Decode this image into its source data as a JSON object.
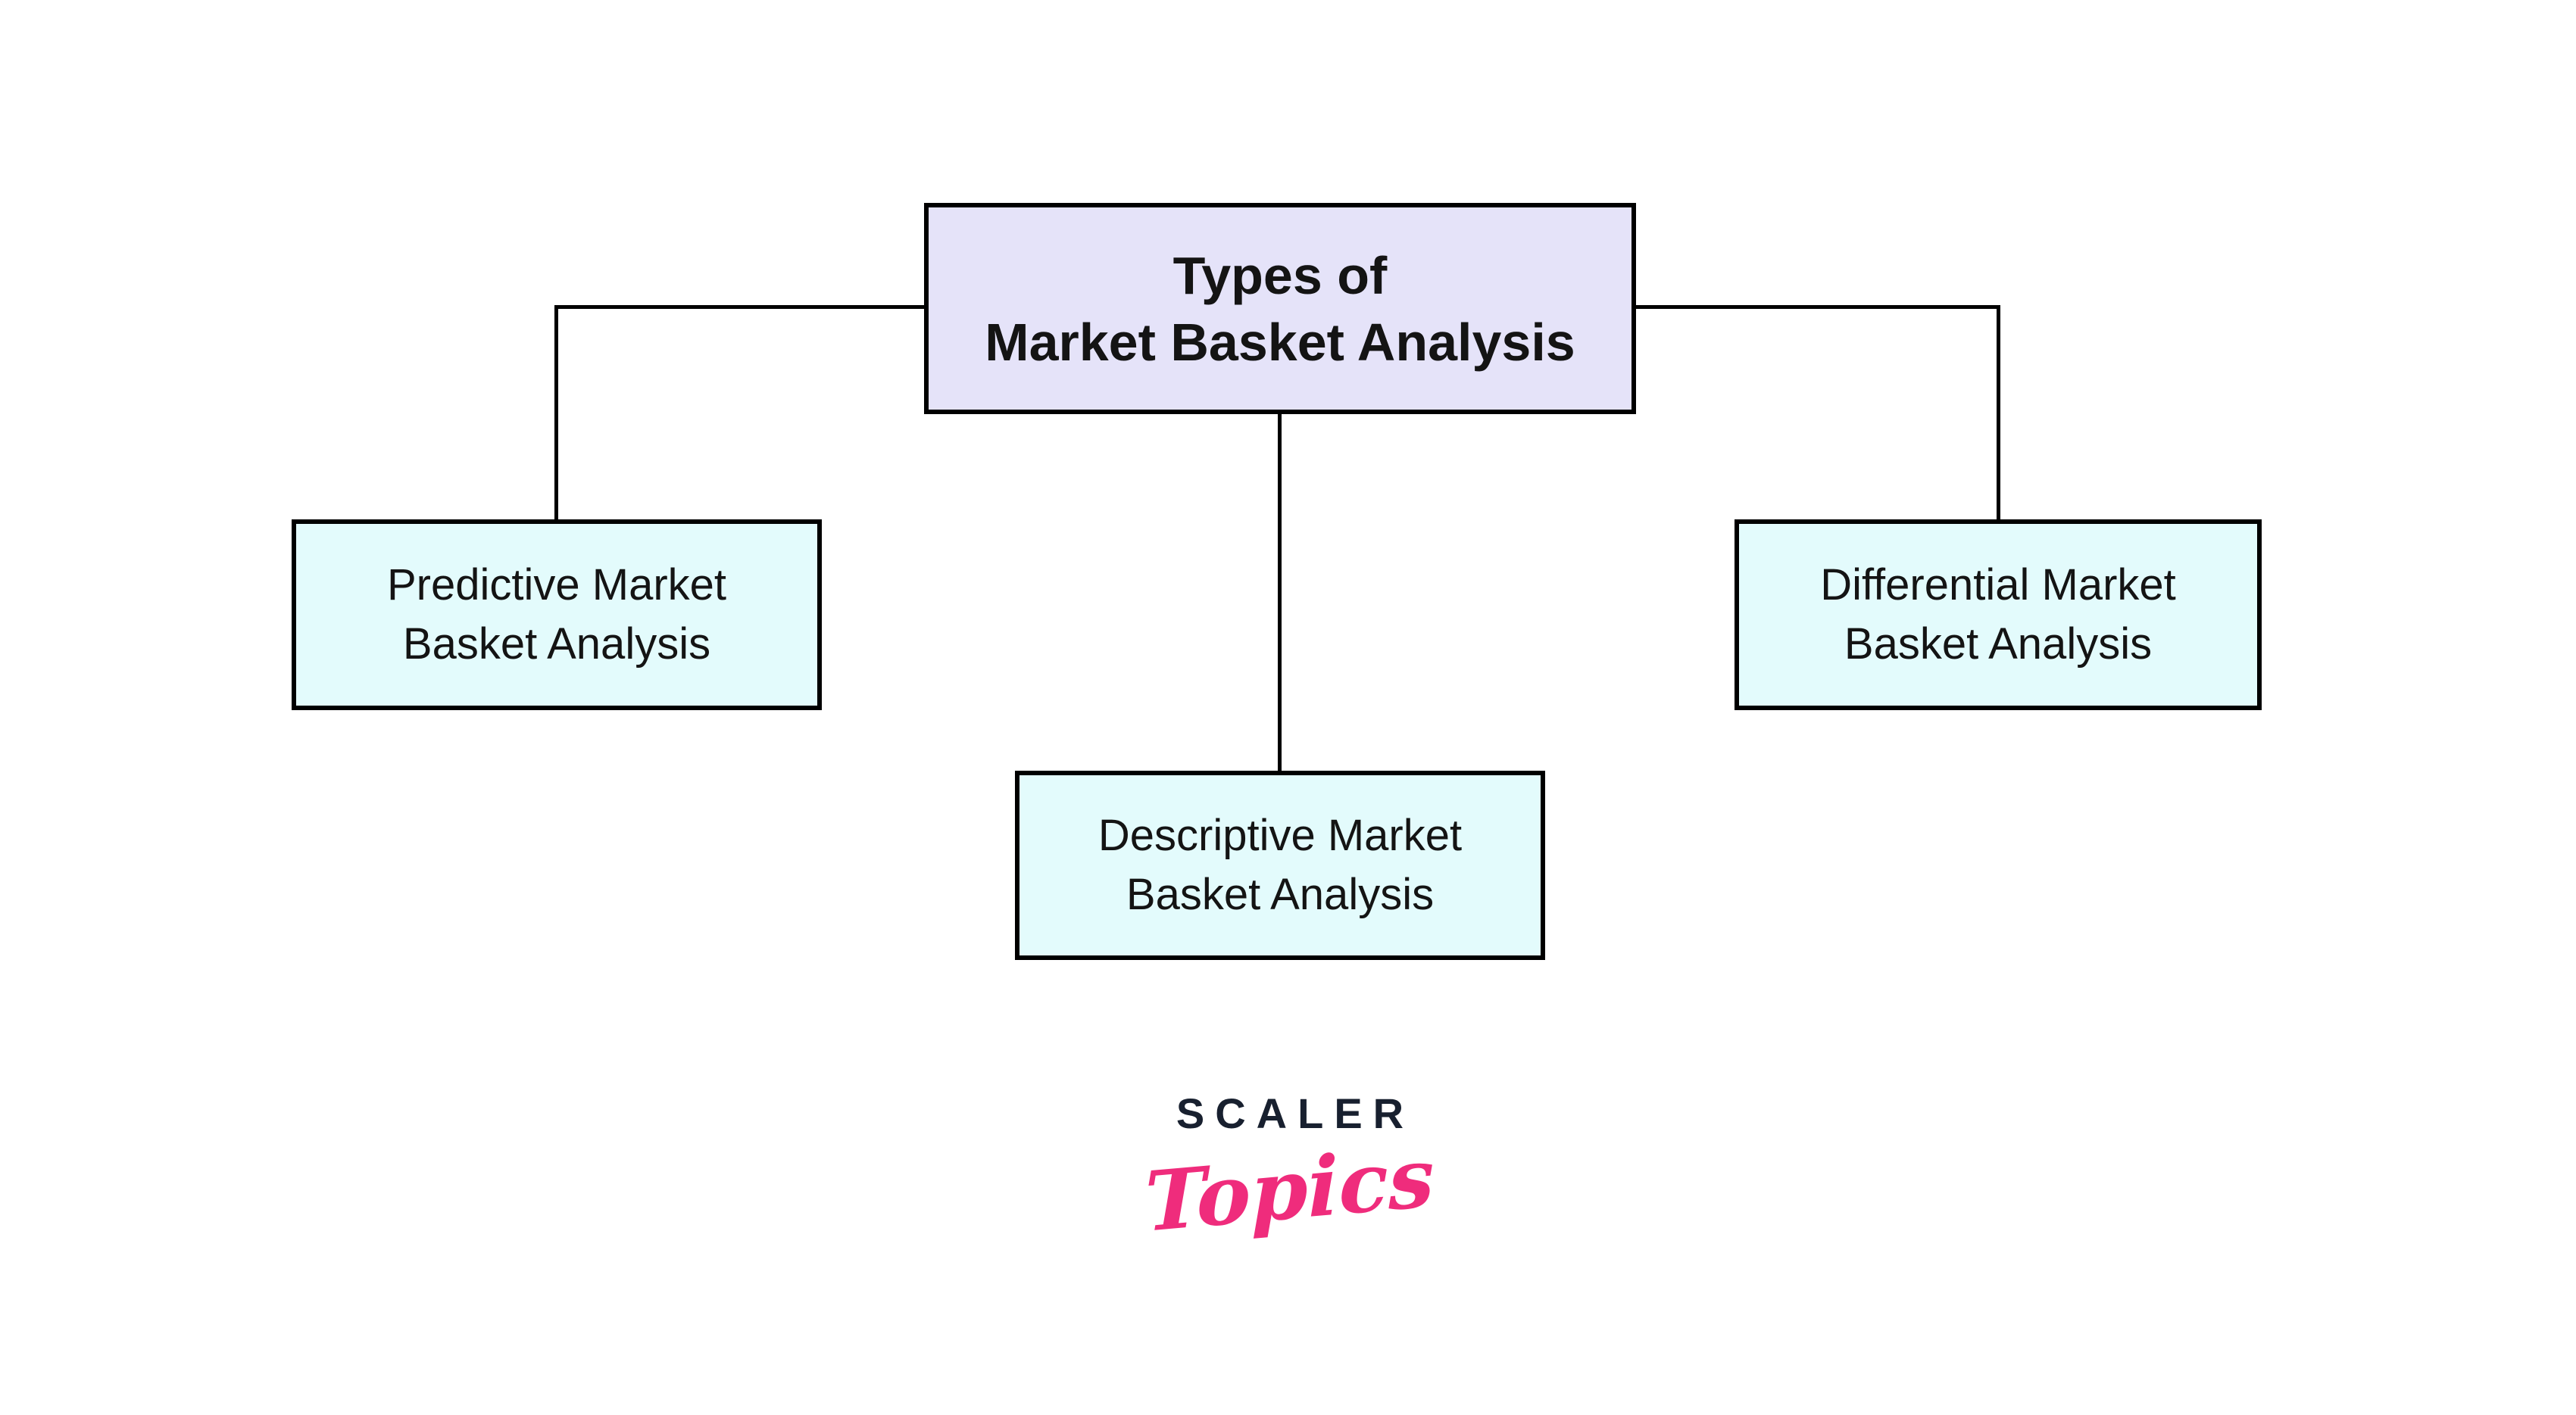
{
  "diagram": {
    "root": {
      "label": "Types of\nMarket Basket Analysis"
    },
    "children": [
      {
        "id": "predictive",
        "label": "Predictive Market\nBasket Analysis"
      },
      {
        "id": "descriptive",
        "label": "Descriptive Market\nBasket Analysis"
      },
      {
        "id": "differential",
        "label": "Differential Market\nBasket Analysis"
      }
    ]
  },
  "logo": {
    "brand": "SCALER",
    "sub": "Topics"
  },
  "colors": {
    "background": "#ffffff",
    "root_fill": "#e5e3f9",
    "child_fill": "#e3fbfc",
    "border": "#000000",
    "text": "#141414",
    "brand_navy": "#18202f",
    "brand_pink": "#ef2c7c"
  }
}
